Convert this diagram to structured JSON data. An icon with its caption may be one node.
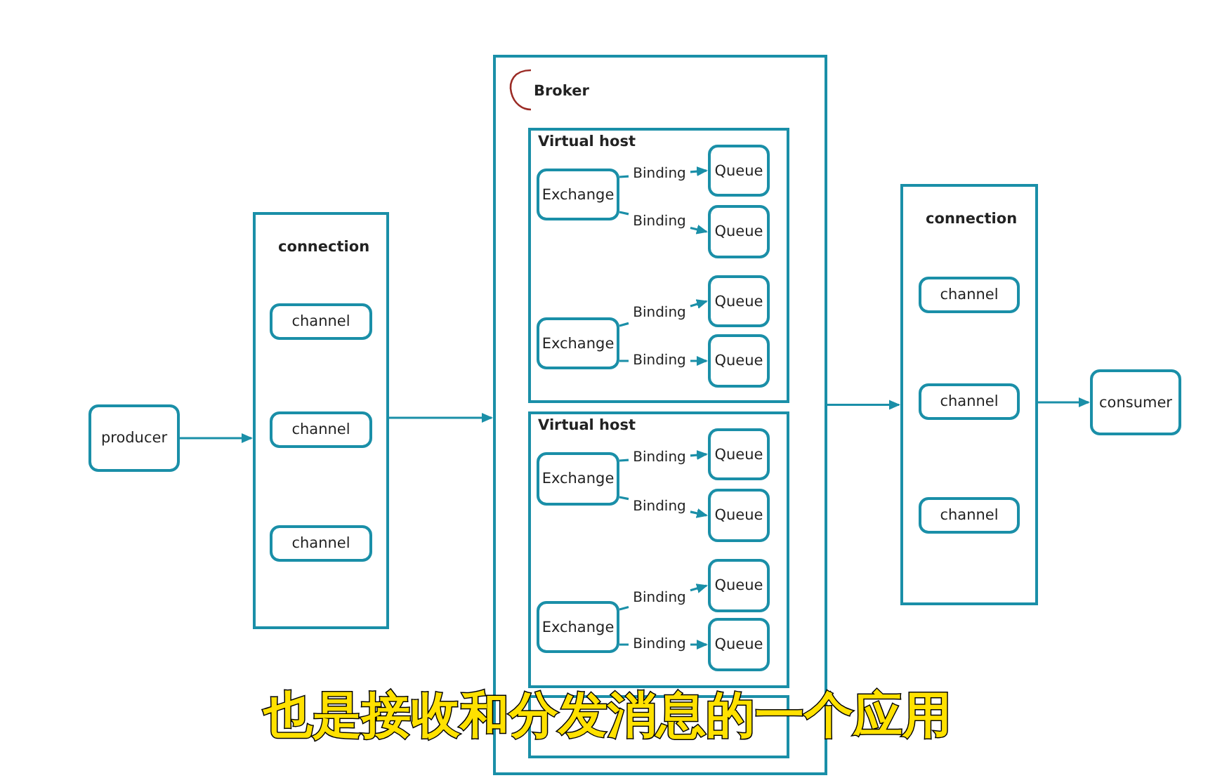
{
  "diagram": {
    "nodes": [
      {
        "text": [
          "producer"
        ]
      },
      {
        "text": [
          "connection"
        ]
      },
      {
        "text": [
          "channel"
        ],
        "in": 1
      },
      {
        "text": [
          "channel"
        ],
        "in": 1
      },
      {
        "text": [
          "channel"
        ],
        "in": 1
      },
      {
        "text": [
          "Broker"
        ]
      },
      {
        "text": [
          "Virtual host"
        ],
        "in": 5
      },
      {
        "text": [
          "Exchange"
        ],
        "in": 6
      },
      {
        "text": [
          "Queue"
        ],
        "in": 6
      },
      {
        "text": [
          "Queue"
        ],
        "in": 6
      },
      {
        "text": [
          "Exchange"
        ],
        "in": 6
      },
      {
        "text": [
          "Queue"
        ],
        "in": 6
      },
      {
        "text": [
          "Queue"
        ],
        "in": 6
      },
      {
        "text": [
          "Virtual host"
        ],
        "in": 5
      },
      {
        "text": [
          "Exchange"
        ],
        "in": 13
      },
      {
        "text": [
          "Queue"
        ],
        "in": 13
      },
      {
        "text": [
          "Queue"
        ],
        "in": 13
      },
      {
        "text": [
          "Exchange"
        ],
        "in": 13
      },
      {
        "text": [
          "Queue"
        ],
        "in": 13
      },
      {
        "text": [
          "Queue"
        ],
        "in": 13
      },
      {
        "text": [],
        "shape": "box",
        "in": 5
      },
      {
        "text": [
          "connection"
        ]
      },
      {
        "text": [
          "channel"
        ],
        "in": 21
      },
      {
        "text": [
          "channel"
        ],
        "in": 21
      },
      {
        "text": [
          "channel"
        ],
        "in": 21
      },
      {
        "text": [
          "consumer"
        ]
      }
    ],
    "edges": [
      {
        "from": 0,
        "to": 1,
        "arrow": "to"
      },
      {
        "from": 1,
        "to": 5,
        "arrow": "to"
      },
      {
        "from": 5,
        "to": 21,
        "arrow": "to"
      },
      {
        "from": 21,
        "to": 25,
        "arrow": "to"
      },
      {
        "from": 7,
        "to": 8,
        "arrow": "to",
        "label": "Binding"
      },
      {
        "from": 7,
        "to": 9,
        "arrow": "to",
        "label": "Binding"
      },
      {
        "from": 10,
        "to": 11,
        "arrow": "to",
        "label": "Binding"
      },
      {
        "from": 10,
        "to": 12,
        "arrow": "to",
        "label": "Binding"
      },
      {
        "from": 14,
        "to": 15,
        "arrow": "to",
        "label": "Binding"
      },
      {
        "from": 14,
        "to": 16,
        "arrow": "to",
        "label": "Binding"
      },
      {
        "from": 17,
        "to": 18,
        "arrow": "to",
        "label": "Binding"
      },
      {
        "from": 17,
        "to": 19,
        "arrow": "to",
        "label": "Binding"
      }
    ],
    "labels": [
      "也是接收和分发消息的一个应用"
    ]
  }
}
